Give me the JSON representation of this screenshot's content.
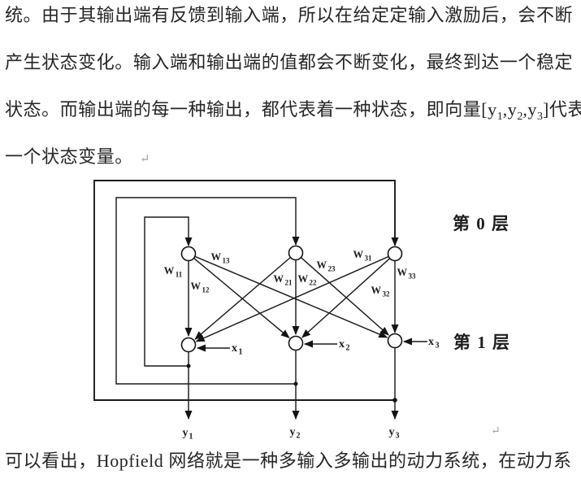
{
  "page": {
    "background": "#ffffff",
    "text_color": "#262626",
    "line_color": "#1c1c1c",
    "mark_color": "#a3a3a3"
  },
  "paragraph": {
    "line1": "统。由于其输出端有反馈到输入端，所以在给定定输入激励后，会不断",
    "line2": "产生状态变化。输入端和输出端的值都会不断变化，最终到达一个稳定",
    "line3": {
      "pre": "状态。而输出端的每一种输出，都代表着一种状态，即向量[y",
      "sub1": "1",
      "mid1": ",y",
      "sub2": "2",
      "mid2": ",y",
      "sub3": "3",
      "post": "]代表"
    },
    "line4": "一个状态变量。",
    "return_mark": "↵"
  },
  "diagram": {
    "layer0_label": "第 0 层",
    "layer1_label": "第 1 层",
    "weights": {
      "w11": {
        "base": "W",
        "sub": "11"
      },
      "w12": {
        "base": "W",
        "sub": "12"
      },
      "w13": {
        "base": "W",
        "sub": "13"
      },
      "w21": {
        "base": "W",
        "sub": "21"
      },
      "w22": {
        "base": "W",
        "sub": "22"
      },
      "w23": {
        "base": "W",
        "sub": "23"
      },
      "w31": {
        "base": "W",
        "sub": "31"
      },
      "w32": {
        "base": "W",
        "sub": "32"
      },
      "w33": {
        "base": "W",
        "sub": "33"
      }
    },
    "inputs": {
      "x1": {
        "base": "x",
        "sub": "1"
      },
      "x2": {
        "base": "x",
        "sub": "2"
      },
      "x3": {
        "base": "x",
        "sub": "3"
      }
    },
    "outputs": {
      "y1": {
        "base": "y",
        "sub": "1"
      },
      "y2": {
        "base": "y",
        "sub": "2"
      },
      "y3": {
        "base": "y",
        "sub": "3"
      }
    },
    "return_mark": "↵"
  },
  "footer": {
    "line1": "可以看出，Hopfield 网络就是一种多输入多输出的动力系统，在动力系"
  }
}
